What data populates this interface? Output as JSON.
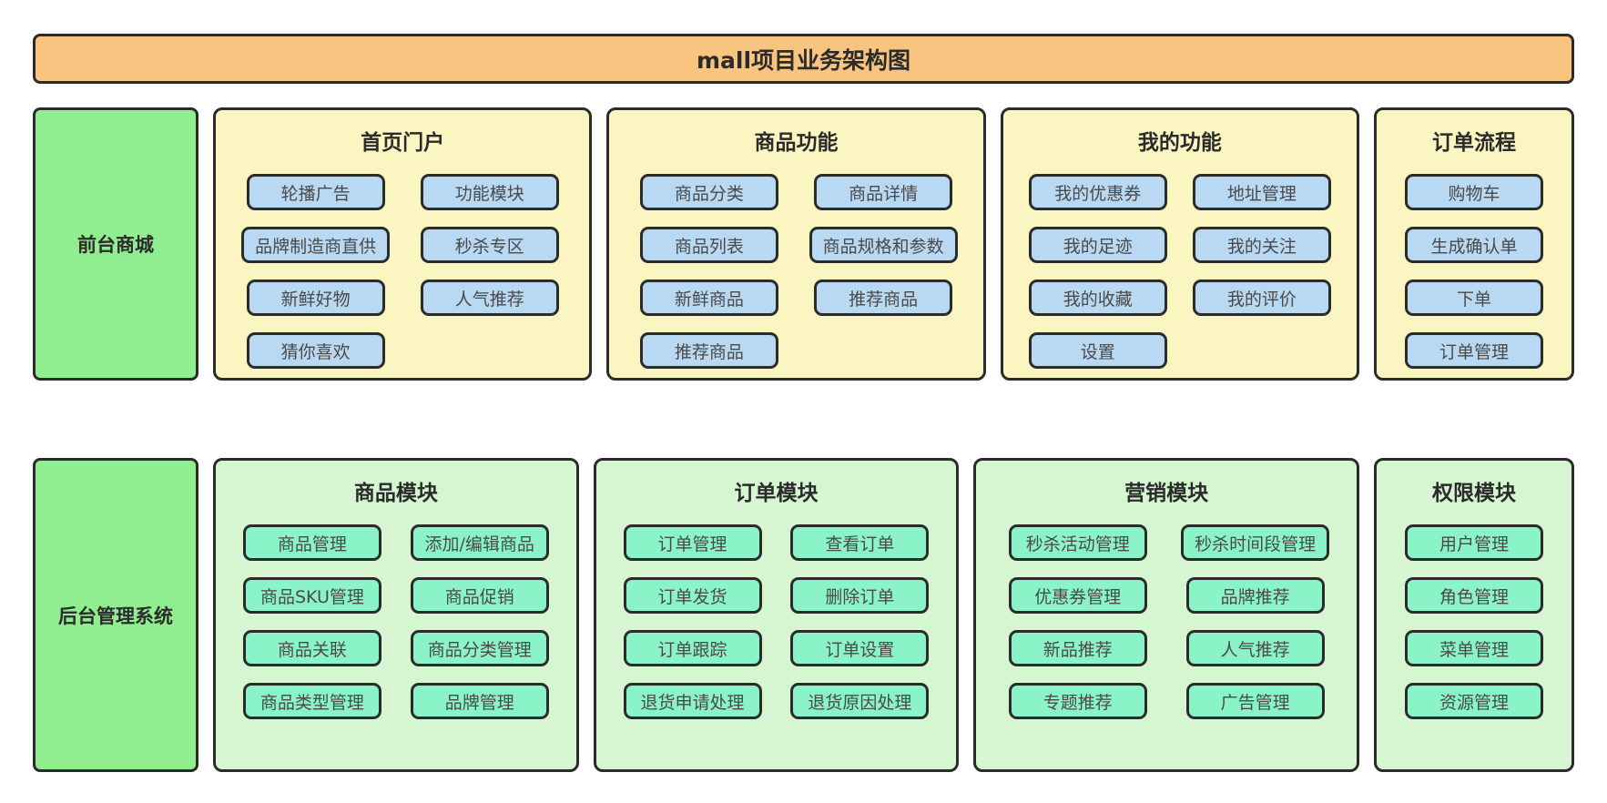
{
  "title": "mall项目业务架构图",
  "colors": {
    "border": "#2b2b2b",
    "banner": "#f9c480",
    "label_green": "#90ee90",
    "panel_front": "#fbf5c1",
    "btn_front": "#b9d8f2",
    "panel_back": "#d5f6d0",
    "btn_back": "#8af3c8",
    "title_text": "#2b2b2b",
    "btn_text": "#4a4a4a",
    "page_bg": "#ffffff"
  },
  "rows": [
    {
      "label": "前台商城",
      "theme": "front",
      "panels": [
        {
          "title": "首页门户",
          "cols": 2,
          "buttons": [
            "轮播广告",
            "功能模块",
            "品牌制造商直供",
            "秒杀专区",
            "新鲜好物",
            "人气推荐",
            "猜你喜欢"
          ]
        },
        {
          "title": "商品功能",
          "cols": 2,
          "buttons": [
            "商品分类",
            "商品详情",
            "商品列表",
            "商品规格和参数",
            "新鲜商品",
            "推荐商品",
            "推荐商品"
          ]
        },
        {
          "title": "我的功能",
          "cols": 2,
          "buttons": [
            "我的优惠券",
            "地址管理",
            "我的足迹",
            "我的关注",
            "我的收藏",
            "我的评价",
            "设置"
          ]
        },
        {
          "title": "订单流程",
          "cols": 1,
          "buttons": [
            "购物车",
            "生成确认单",
            "下单",
            "订单管理"
          ]
        }
      ]
    },
    {
      "label": "后台管理系统",
      "theme": "back",
      "panels": [
        {
          "title": "商品模块",
          "cols": 2,
          "buttons": [
            "商品管理",
            "添加/编辑商品",
            "商品SKU管理",
            "商品促销",
            "商品关联",
            "商品分类管理",
            "商品类型管理",
            "品牌管理"
          ]
        },
        {
          "title": "订单模块",
          "cols": 2,
          "buttons": [
            "订单管理",
            "查看订单",
            "订单发货",
            "删除订单",
            "订单跟踪",
            "订单设置",
            "退货申请处理",
            "退货原因处理"
          ]
        },
        {
          "title": "营销模块",
          "cols": 2,
          "buttons": [
            "秒杀活动管理",
            "秒杀时间段管理",
            "优惠券管理",
            "品牌推荐",
            "新品推荐",
            "人气推荐",
            "专题推荐",
            "广告管理"
          ]
        },
        {
          "title": "权限模块",
          "cols": 1,
          "buttons": [
            "用户管理",
            "角色管理",
            "菜单管理",
            "资源管理"
          ]
        }
      ]
    }
  ]
}
